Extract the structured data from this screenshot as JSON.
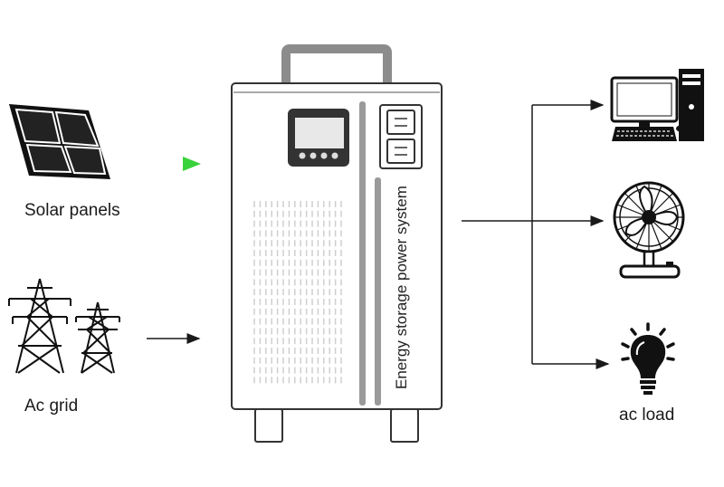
{
  "labels": {
    "solar": "Solar panels",
    "grid": "Ac grid",
    "load": "ac load",
    "system": "Energy storage power system"
  },
  "colors": {
    "solar_arrow": "#39d23a",
    "line": "#1a1a1a",
    "cabinet_outline": "#333333",
    "handle": "#8c8c8c"
  },
  "icons": {
    "solar": "solar-panel-icon",
    "grid": "power-tower-icon",
    "computer": "desktop-computer-icon",
    "fan": "electric-fan-icon",
    "bulb": "light-bulb-icon",
    "system": "energy-storage-cabinet-icon"
  }
}
